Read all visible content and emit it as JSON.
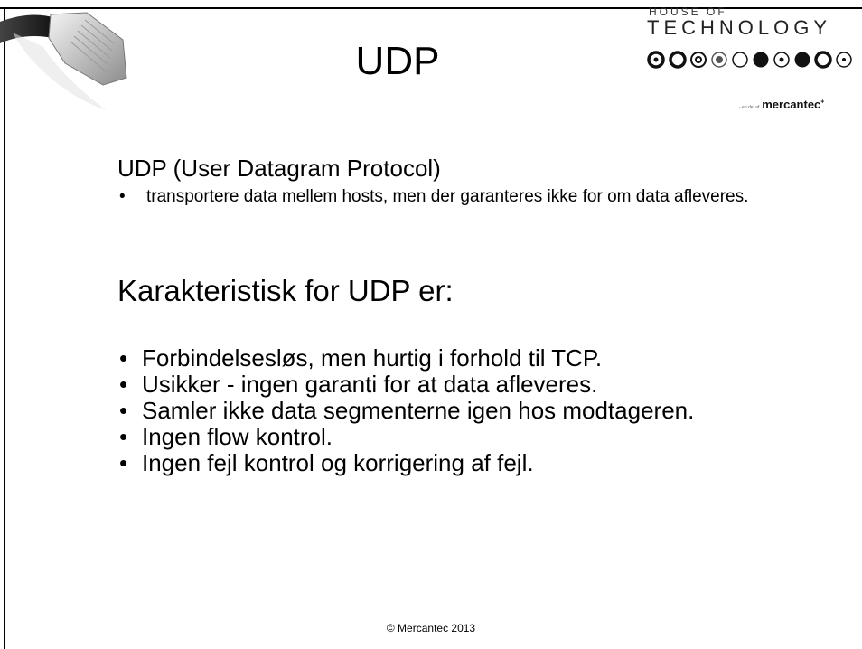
{
  "slide": {
    "title": "UDP",
    "protocol_heading": "UDP (User Datagram Protocol)",
    "intro_bullets": [
      "transportere data mellem hosts, men der garanteres ikke for om data afleveres."
    ],
    "characteristics_heading": "Karakteristisk for UDP er:",
    "characteristics": [
      "Forbindelsesløs, men hurtig i forhold til TCP.",
      "Usikker - ingen garanti for at data afleveres.",
      "Samler ikke data segmenterne igen hos modtageren.",
      "Ingen flow kontrol.",
      "Ingen fejl kontrol og korrigering af fejl."
    ],
    "footer": "© Mercantec 2013"
  },
  "logo": {
    "line1": "HOUSE OF",
    "line2": "TECHNOLOGY",
    "tagline_small": "- en del af",
    "brand": "mercantec",
    "brand_mark": "+"
  },
  "icons": {
    "cable": "network-cable-icon"
  }
}
